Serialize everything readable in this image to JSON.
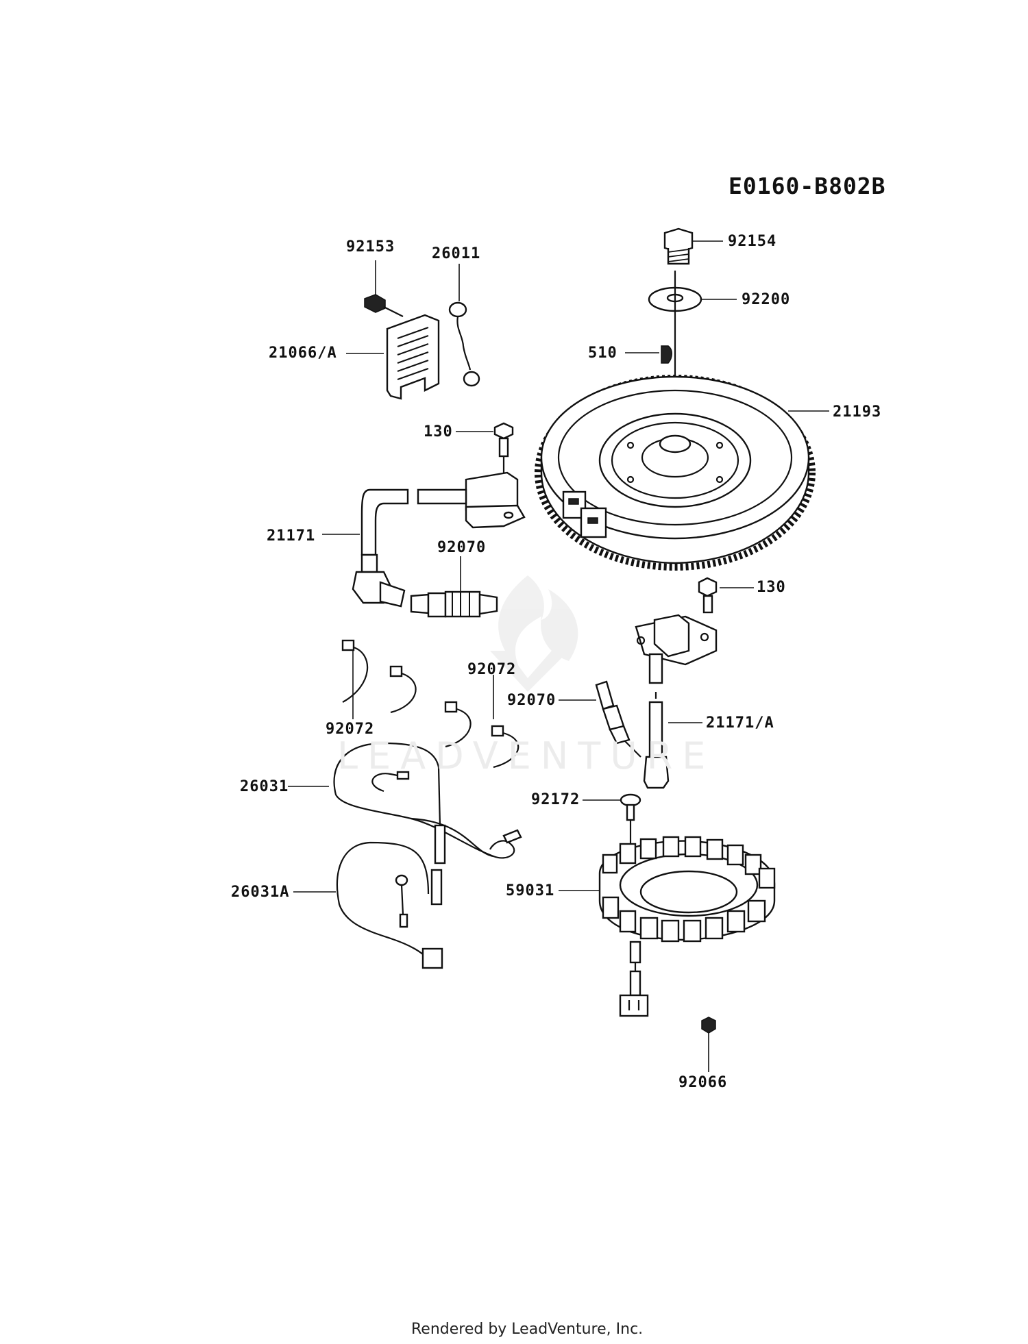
{
  "diagram": {
    "code": "E0160-B802B",
    "footer": "Rendered by LeadVenture, Inc.",
    "watermark": "LEADVENTURE",
    "labels": {
      "p92153": "92153",
      "p26011": "26011",
      "p21066A": "21066/A",
      "p92154": "92154",
      "p92200": "92200",
      "p510": "510",
      "p21193": "21193",
      "p130a": "130",
      "p21171": "21171",
      "p92070a": "92070",
      "p130b": "130",
      "p92072a": "92072",
      "p92072b": "92072",
      "p92070b": "92070",
      "p21171A": "21171/A",
      "p26031": "26031",
      "p92172": "92172",
      "p26031A": "26031A",
      "p59031": "59031",
      "p92066": "92066"
    }
  }
}
